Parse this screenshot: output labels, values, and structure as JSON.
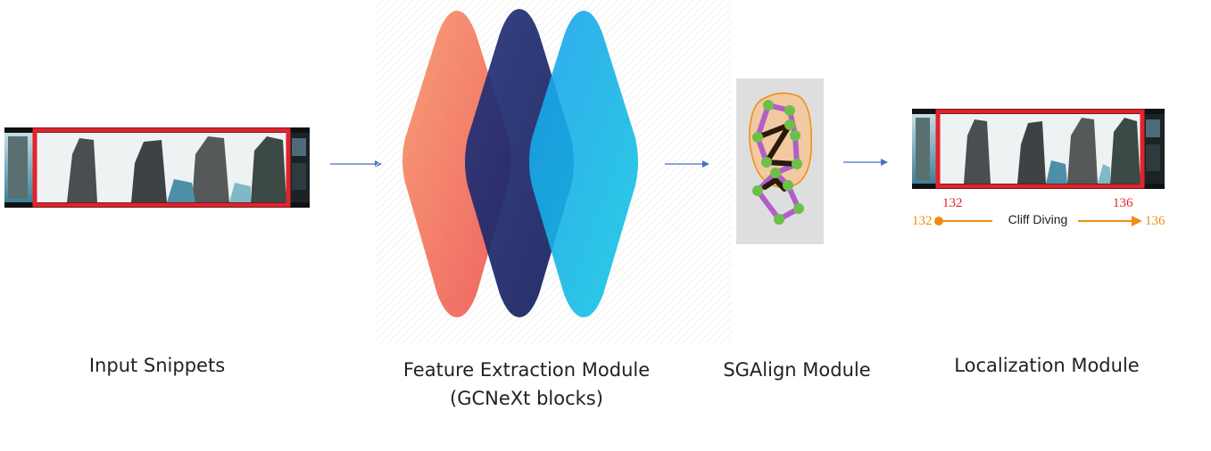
{
  "captions": {
    "input": "Input Snippets",
    "feature_line1": "Feature Extraction Module",
    "feature_line2": "(GCNeXt blocks)",
    "sgalign": "SGAlign Module",
    "localization": "Localization Module"
  },
  "localization": {
    "gt_start": "132",
    "gt_end": "136",
    "pred_start": "132",
    "pred_end": "136",
    "label": "Cliff Diving"
  },
  "colors": {
    "arrow": "#4472c4",
    "frame_red": "#e0242c",
    "orange": "#f08c10",
    "diamond_salmon": "#f26a5a",
    "diamond_navy": "#1f2a6e",
    "diamond_cyan": "#0fb0e8",
    "graph_purple": "#b05fc8",
    "graph_green": "#6cc04a",
    "graph_blob": "#f2c9a0"
  },
  "icons": [
    "input-snippet-strip",
    "feature-diamond-icons",
    "graph-icon",
    "output-snippet-strip"
  ]
}
